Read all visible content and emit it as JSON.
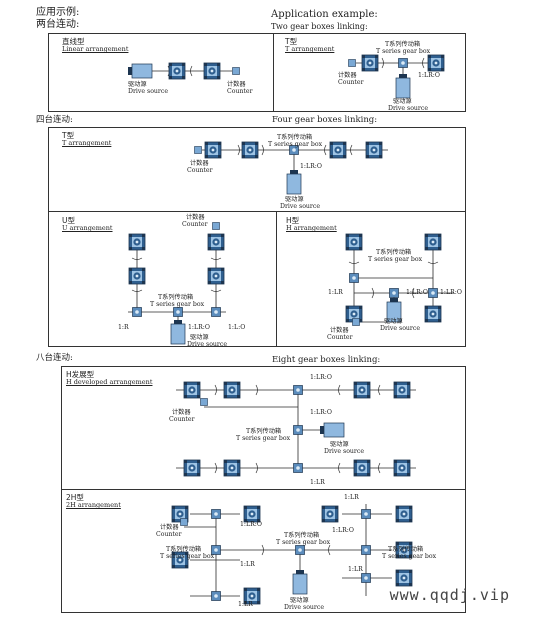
{
  "header": {
    "cn_title": "应用示例:",
    "cn_sub": "两台连动:",
    "en_title": "Application example:",
    "en_sub": "Two gear boxes linking:"
  },
  "two": {
    "linear": {
      "title": "直线型",
      "sub": "Linear arrangement",
      "drive_cn": "驱动源",
      "drive_en": "Drive source",
      "counter_cn": "计数器",
      "counter_en": "Counter"
    },
    "t": {
      "title": "T型",
      "sub": "T arrangement",
      "series_cn": "T系列传动箱",
      "series_en": "T series gear box",
      "ratio": "1:LR:O",
      "counter_cn": "计数器",
      "counter_en": "Counter",
      "drive_cn": "驱动源",
      "drive_en": "Drive source"
    }
  },
  "four": {
    "cn": "四台连动:",
    "en": "Four gear boxes linking:",
    "t": {
      "title": "T型",
      "sub": "T arrangement",
      "series_cn": "T系列传动箱",
      "series_en": "T series gear box",
      "ratio": "1:LR:O",
      "counter_cn": "计数器",
      "counter_en": "Counter",
      "drive_cn": "驱动源",
      "drive_en": "Drive source"
    },
    "u": {
      "title": "U型",
      "sub": "U arrangement",
      "counter_cn": "计数器",
      "counter_en": "Counter",
      "series_cn": "T系列传动箱",
      "series_en": "T series gear box",
      "r1": "1:R",
      "r2": "1:LR:O",
      "r3": "1:L:O",
      "drive_cn": "驱动源",
      "drive_en": "Drive source"
    },
    "h": {
      "title": "H型",
      "sub": "H arrangement",
      "series_cn": "T系列传动箱",
      "series_en": "T series gear box",
      "r1": "1:LR",
      "r2": "1:LR:O",
      "r3": "1:LR:O",
      "counter_cn": "计数器",
      "counter_en": "Counter",
      "drive_cn": "驱动源",
      "drive_en": "Drive source"
    }
  },
  "eight": {
    "cn": "八台连动:",
    "en": "Eight gear boxes linking:",
    "hdev": {
      "title": "H发展型",
      "sub": "H developed arrangement",
      "r1": "1:LR:O",
      "r2": "1:LR:O",
      "r3": "1:LR",
      "counter_cn": "计数器",
      "counter_en": "Counter",
      "series_cn": "T系列传动箱",
      "series_en": "T series gear box",
      "drive_cn": "驱动源",
      "drive_en": "Drive source"
    },
    "h2": {
      "title": "2H型",
      "sub": "2H arrangement",
      "r_top": "1:LR",
      "r_lro_a": "1:LR:O",
      "r_lro_b": "1:LR:O",
      "r_lr_mid": "1:LR",
      "r_lr_right": "1:LR",
      "r_lr_bot": "1:LR",
      "counter_cn": "计数器",
      "counter_en": "Counter",
      "series_cn": "T系列传动箱",
      "series_en": "T series gear box",
      "drive_cn": "驱动源",
      "drive_en": "Drive source"
    }
  },
  "watermark": "www.qqdj.vip",
  "colors": {
    "box_fill": "#2f5f8f",
    "box_light": "#9fc4e4",
    "line": "#2a2a2a",
    "drive": "#8fb8df"
  }
}
